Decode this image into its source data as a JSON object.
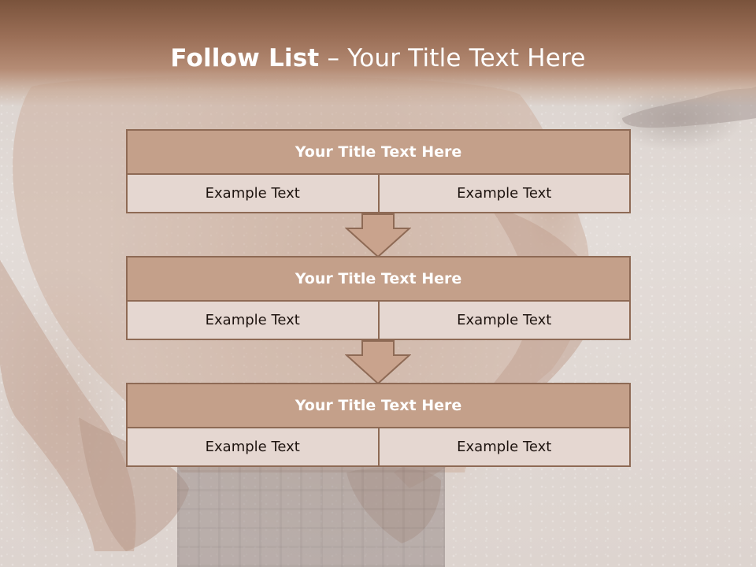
{
  "slide": {
    "title_bold": "Follow List",
    "title_rest": " – Your Title Text Here"
  },
  "steps": [
    {
      "heading": "Your Title Text Here",
      "left": "Example Text",
      "right": "Example Text"
    },
    {
      "heading": "Your Title Text Here",
      "left": "Example Text",
      "right": "Example Text"
    },
    {
      "heading": "Your Title Text Here",
      "left": "Example Text",
      "right": "Example Text"
    }
  ],
  "colors": {
    "header_band": "#7a533c",
    "box_head_fill": "#c4a08a",
    "box_border": "#8e6a55",
    "box_cell_fill": "#e5d7d1",
    "arrow_fill": "#c9a38d"
  },
  "icons": {
    "arrow": "down-arrow-icon"
  }
}
